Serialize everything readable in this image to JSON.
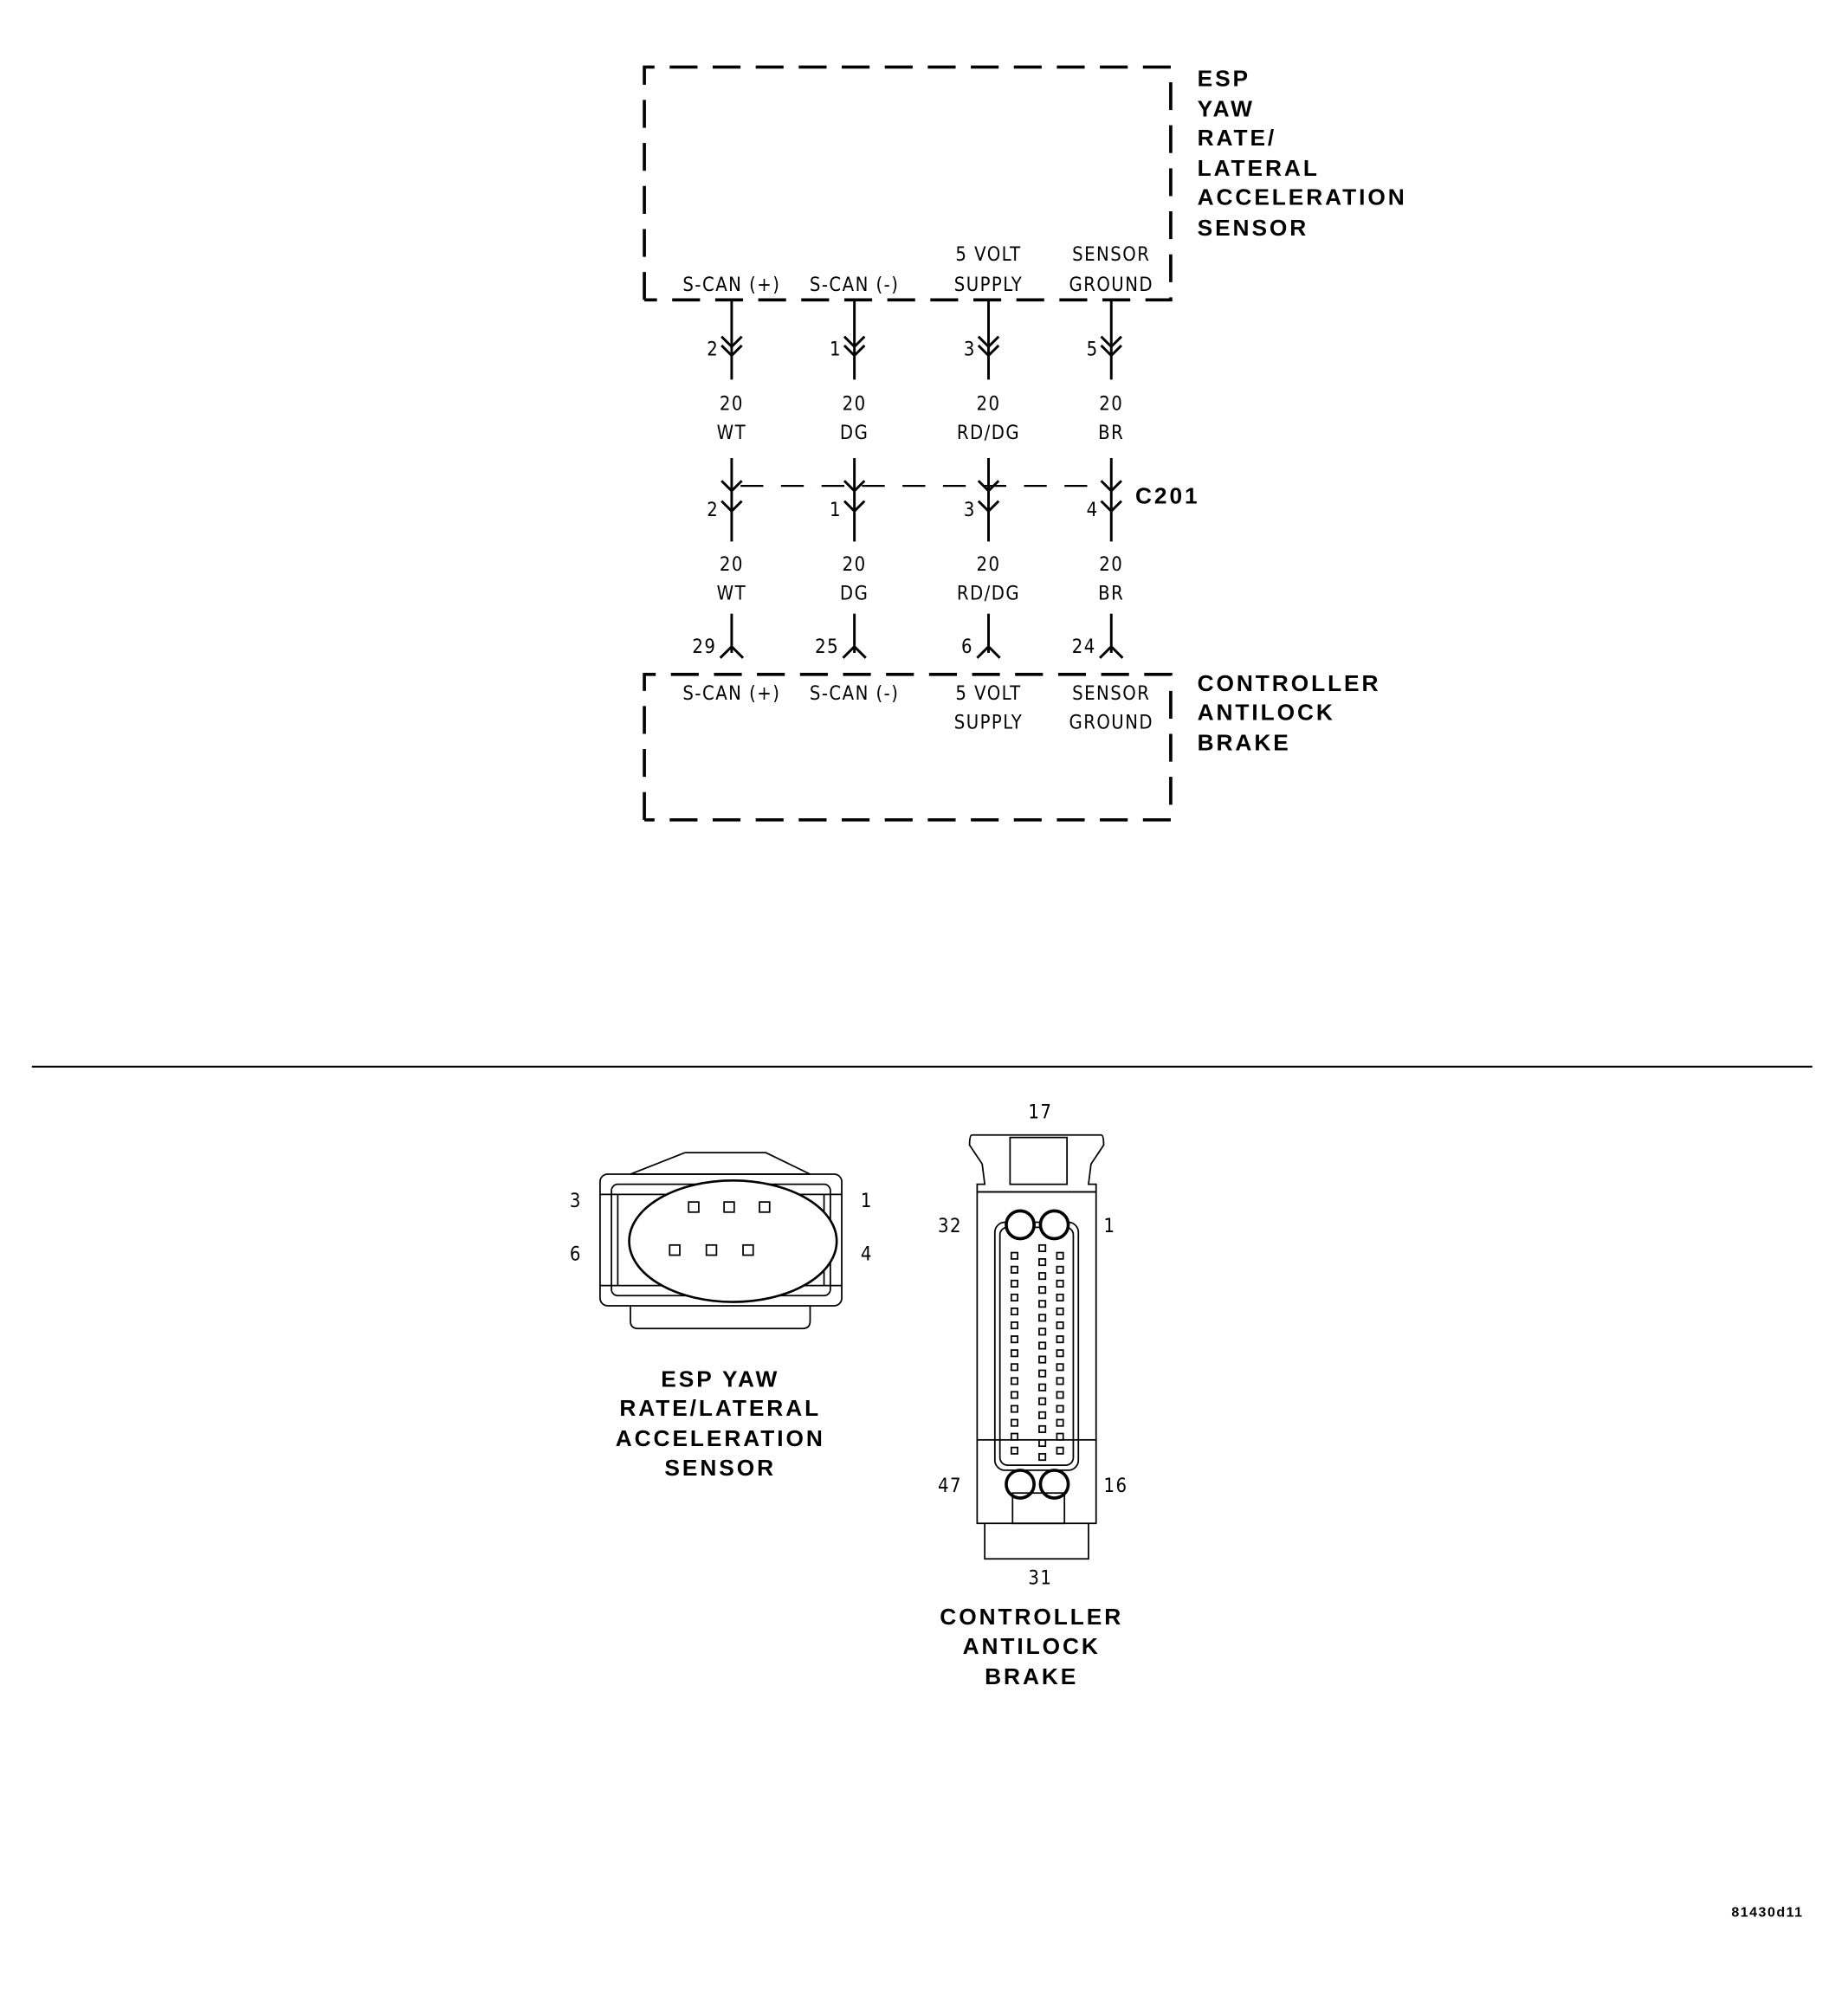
{
  "sensor": {
    "title_lines": [
      "ESP",
      "YAW",
      "RATE/",
      "LATERAL",
      "ACCELERATION",
      "SENSOR"
    ],
    "pins": [
      {
        "label1": "",
        "label2": "S-CAN (+)",
        "pin": "2"
      },
      {
        "label1": "",
        "label2": "S-CAN (-)",
        "pin": "1"
      },
      {
        "label1": "5 VOLT",
        "label2": "SUPPLY",
        "pin": "3"
      },
      {
        "label1": "SENSOR",
        "label2": "GROUND",
        "pin": "5"
      }
    ]
  },
  "wires_upper": [
    {
      "gauge": "20",
      "color": "WT"
    },
    {
      "gauge": "20",
      "color": "DG"
    },
    {
      "gauge": "20",
      "color": "RD/DG"
    },
    {
      "gauge": "20",
      "color": "BR"
    }
  ],
  "c201": {
    "name": "C201",
    "pins": [
      "2",
      "1",
      "3",
      "4"
    ]
  },
  "wires_lower": [
    {
      "gauge": "20",
      "color": "WT"
    },
    {
      "gauge": "20",
      "color": "DG"
    },
    {
      "gauge": "20",
      "color": "RD/DG"
    },
    {
      "gauge": "20",
      "color": "BR"
    }
  ],
  "controller": {
    "title_lines": [
      "CONTROLLER",
      "ANTILOCK",
      "BRAKE"
    ],
    "pins": [
      {
        "pin": "29",
        "label1": "S-CAN (+)",
        "label2": ""
      },
      {
        "pin": "25",
        "label1": "S-CAN (-)",
        "label2": ""
      },
      {
        "pin": "6",
        "label1": "5 VOLT",
        "label2": "SUPPLY"
      },
      {
        "pin": "24",
        "label1": "SENSOR",
        "label2": "GROUND"
      }
    ]
  },
  "sensor_connector_view": {
    "title_lines": [
      "ESP YAW",
      "RATE/LATERAL",
      "ACCELERATION",
      "SENSOR"
    ],
    "pin_labels": {
      "top_left": "3",
      "top_right": "1",
      "bottom_left": "6",
      "bottom_right": "4"
    }
  },
  "controller_connector_view": {
    "title_lines": [
      "CONTROLLER",
      "ANTILOCK",
      "BRAKE"
    ],
    "pin_labels": {
      "top": "17",
      "upper_left": "32",
      "upper_right": "1",
      "lower_left": "47",
      "lower_right": "16",
      "bottom": "31"
    }
  },
  "figure_id": "81430d11"
}
